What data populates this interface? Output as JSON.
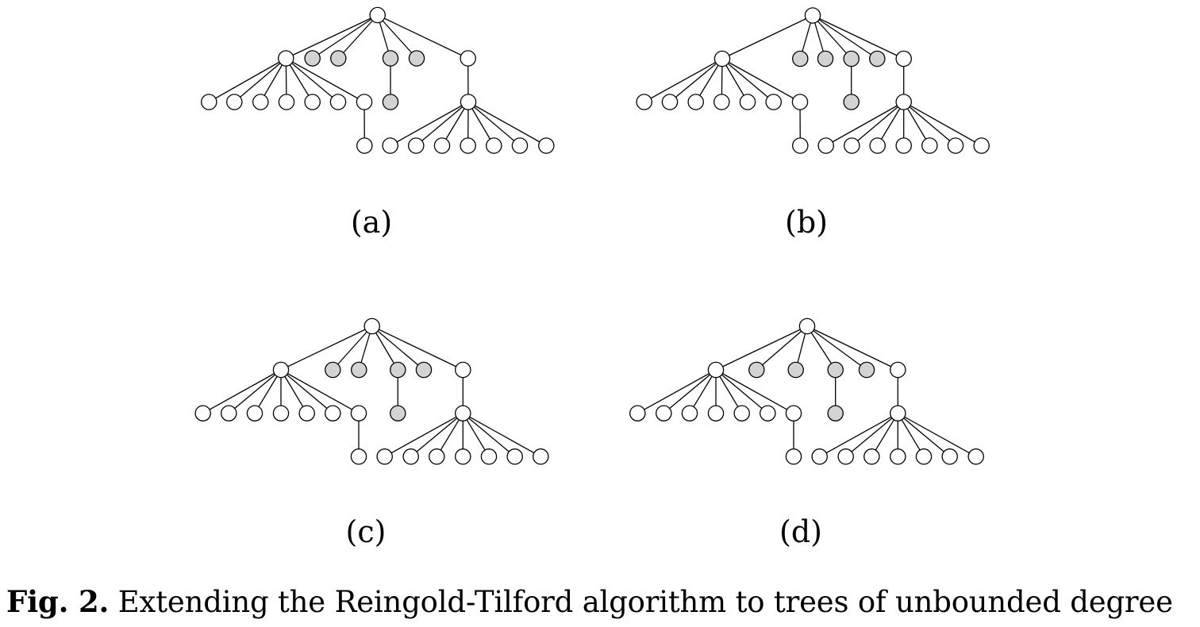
{
  "figure": {
    "caption_number": "Fig. 2.",
    "caption_text": " Extending the Reingold-Tilford algorithm to trees of unbounded degree",
    "colors": {
      "node_fill": "#ffffff",
      "highlight_fill": "#d3d3d3",
      "stroke": "#000000"
    }
  },
  "panels": [
    {
      "label": "(a)",
      "tree": {
        "root": {
          "shaded": false,
          "children": [
            {
              "id": "L",
              "shaded": false,
              "children": [
                {
                  "shaded": false
                },
                {
                  "shaded": false
                },
                {
                  "shaded": false
                },
                {
                  "shaded": false
                },
                {
                  "shaded": false
                },
                {
                  "shaded": false
                },
                {
                  "shaded": false,
                  "children": [
                    {
                      "shaded": false
                    }
                  ]
                }
              ]
            },
            {
              "shaded": true
            },
            {
              "shaded": true
            },
            {
              "shaded": true,
              "children": [
                {
                  "shaded": true
                }
              ]
            },
            {
              "shaded": true
            },
            {
              "id": "R",
              "shaded": false,
              "children": [
                {
                  "shaded": false,
                  "children": [
                    {
                      "shaded": false
                    },
                    {
                      "shaded": false
                    },
                    {
                      "shaded": false
                    },
                    {
                      "shaded": false
                    },
                    {
                      "shaded": false
                    },
                    {
                      "shaded": false
                    },
                    {
                      "shaded": false
                    }
                  ]
                }
              ]
            }
          ]
        }
      }
    },
    {
      "label": "(b)"
    },
    {
      "label": "(c)"
    },
    {
      "label": "(d)"
    }
  ]
}
